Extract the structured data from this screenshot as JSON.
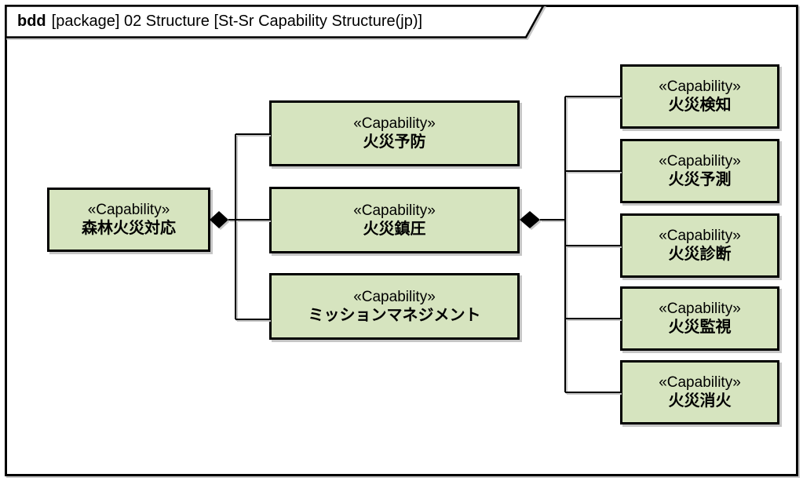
{
  "frame": {
    "keyword": "bdd",
    "title": "[package] 02 Structure [St-Sr Capability Structure(jp)]"
  },
  "blocks": [
    {
      "stereotype": "«Capability»",
      "name": "森林火災対応"
    },
    {
      "stereotype": "«Capability»",
      "name": "火災予防"
    },
    {
      "stereotype": "«Capability»",
      "name": "火災鎮圧"
    },
    {
      "stereotype": "«Capability»",
      "name": "ミッションマネジメント"
    },
    {
      "stereotype": "«Capability»",
      "name": "火災検知"
    },
    {
      "stereotype": "«Capability»",
      "name": "火災予測"
    },
    {
      "stereotype": "«Capability»",
      "name": "火災診断"
    },
    {
      "stereotype": "«Capability»",
      "name": "火災監視"
    },
    {
      "stereotype": "«Capability»",
      "name": "火災消火"
    }
  ],
  "relationships": [
    {
      "type": "composition",
      "whole": "森林火災対応",
      "parts": [
        "火災予防",
        "火災鎮圧",
        "ミッションマネジメント"
      ]
    },
    {
      "type": "composition",
      "whole": "火災鎮圧",
      "parts": [
        "火災検知",
        "火災予測",
        "火災診断",
        "火災監視",
        "火災消火"
      ]
    }
  ],
  "colors": {
    "block_fill": "#d6e4bf",
    "block_border": "#000000",
    "connector": "#000000",
    "shadow": "#c6c6c6",
    "background": "#ffffff"
  }
}
